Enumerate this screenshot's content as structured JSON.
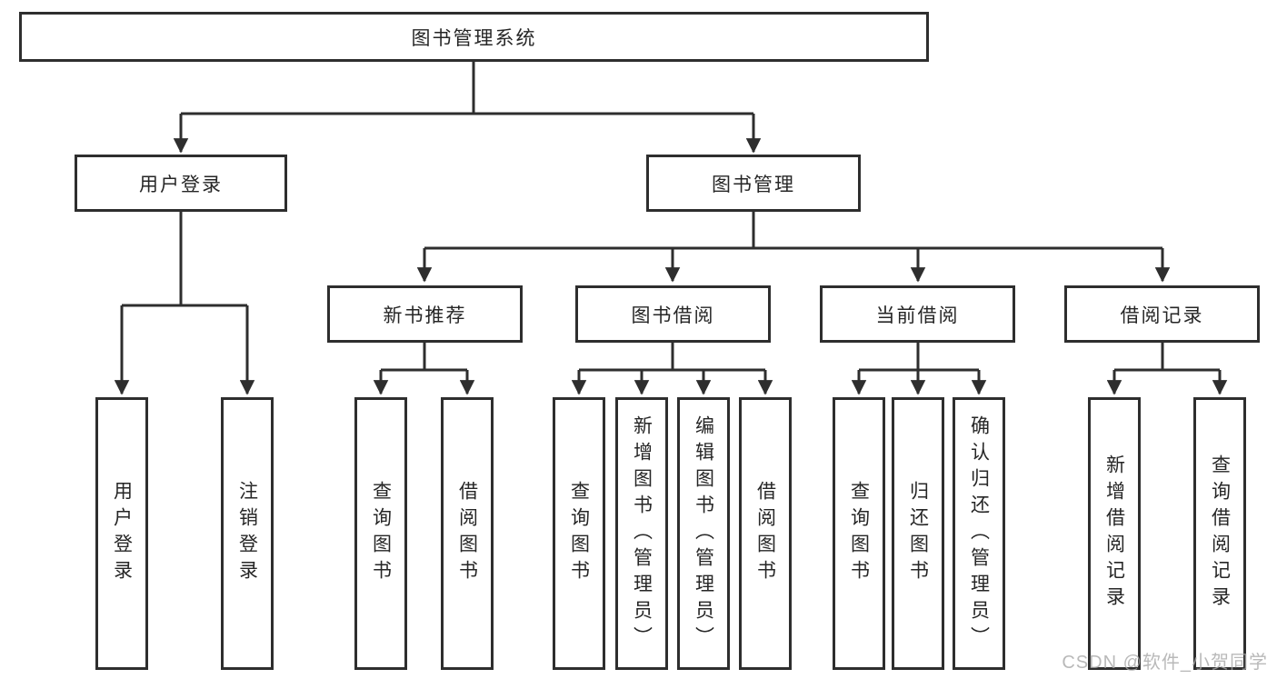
{
  "colors": {
    "line": "#2e2e2e",
    "text": "#262626",
    "background": "#ffffff",
    "watermark": "#a8a8a8"
  },
  "tree": {
    "root": "图书管理系统",
    "level2": [
      {
        "id": "user-login",
        "label": "用户登录"
      },
      {
        "id": "book-management",
        "label": "图书管理"
      }
    ],
    "level3": [
      {
        "id": "new-book-recommend",
        "label": "新书推荐",
        "parent": "图书管理"
      },
      {
        "id": "book-borrowing",
        "label": "图书借阅",
        "parent": "图书管理"
      },
      {
        "id": "current-borrowing",
        "label": "当前借阅",
        "parent": "图书管理"
      },
      {
        "id": "borrowing-records",
        "label": "借阅记录",
        "parent": "图书管理"
      }
    ],
    "leaves": [
      {
        "parent": "用户登录",
        "label": "用户登录"
      },
      {
        "parent": "用户登录",
        "label": "注销登录"
      },
      {
        "parent": "新书推荐",
        "label": "查询图书"
      },
      {
        "parent": "新书推荐",
        "label": "借阅图书"
      },
      {
        "parent": "图书借阅",
        "label": "查询图书"
      },
      {
        "parent": "图书借阅",
        "label": "新增图书（管理员）"
      },
      {
        "parent": "图书借阅",
        "label": "编辑图书（管理员）"
      },
      {
        "parent": "图书借阅",
        "label": "借阅图书"
      },
      {
        "parent": "当前借阅",
        "label": "查询图书"
      },
      {
        "parent": "当前借阅",
        "label": "归还图书"
      },
      {
        "parent": "当前借阅",
        "label": "确认归还（管理员）"
      },
      {
        "parent": "借阅记录",
        "label": "新增借阅记录"
      },
      {
        "parent": "借阅记录",
        "label": "查询借阅记录"
      }
    ]
  },
  "watermark": "CSDN @软件_小贺同学"
}
